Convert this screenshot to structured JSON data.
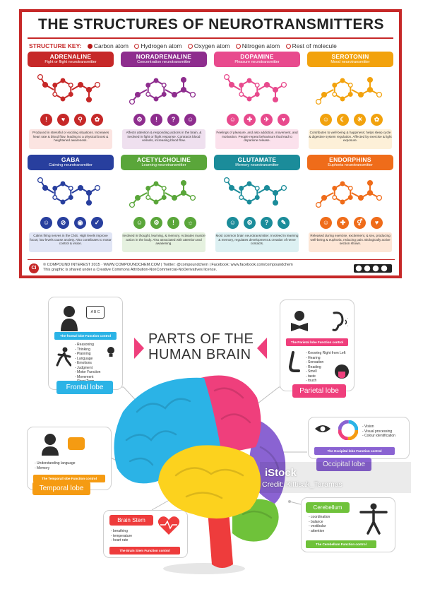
{
  "neuro": {
    "title": "THE STRUCTURES OF NEUROTRANSMITTERS",
    "key_label": "STRUCTURE KEY:",
    "key": [
      {
        "label": "Carbon atom",
        "color": "#b71c1c",
        "fill": true
      },
      {
        "label": "Hydrogen atom",
        "color": "#c62828",
        "fill": false
      },
      {
        "label": "Oxygen atom",
        "color": "#c62828",
        "fill": false
      },
      {
        "label": "Nitrogen atom",
        "color": "#c62828",
        "fill": false
      },
      {
        "label": "Rest of molecule",
        "color": "#c62828",
        "fill": false
      }
    ],
    "cards": [
      {
        "name": "ADRENALINE",
        "sub": "Fight or flight neurotransmitter",
        "color": "#c62828",
        "desc_bg": "#fbe4e1",
        "desc": "Produced in stressful or exciting situations. Increases heart rate & blood flow, leading to a physical boost & heightened awareness.",
        "icons": [
          "!",
          "♥",
          "⚲",
          "✿"
        ]
      },
      {
        "name": "NORADRENALINE",
        "sub": "Concentration neurotransmitter",
        "color": "#8e2d8e",
        "desc_bg": "#efe0ef",
        "desc": "Affects attention & responding actions in the brain, & involved in fight or flight response. Contracts blood vessels, increasing blood flow.",
        "icons": [
          "⚙",
          "!",
          "?",
          "☺"
        ]
      },
      {
        "name": "DOPAMINE",
        "sub": "Pleasure neurotransmitter",
        "color": "#e84a8d",
        "desc_bg": "#fbe1ec",
        "desc": "Feelings of pleasure, and also addiction, movement, and motivation. People repeat behaviours that lead to dopamine release.",
        "icons": [
          "☺",
          "✚",
          "✈",
          "♥"
        ]
      },
      {
        "name": "SEROTONIN",
        "sub": "Mood neurotransmitter",
        "color": "#f2a20d",
        "desc_bg": "#fdf0d8",
        "desc": "Contributes to well-being & happiness; helps sleep cycle & digestive system regulation. Affected by exercise & light exposure.",
        "icons": [
          "☺",
          "☾",
          "☀",
          "✿"
        ]
      },
      {
        "name": "GABA",
        "sub": "Calming neurotransmitter",
        "color": "#283f9e",
        "desc_bg": "#e0e5f5",
        "desc": "Calms firing nerves in the CNS. High levels improve focus; low levels cause anxiety. Also contributes to motor control & vision.",
        "icons": [
          "☺",
          "⊘",
          "◉",
          "✓"
        ]
      },
      {
        "name": "ACETYLCHOLINE",
        "sub": "Learning neurotransmitter",
        "color": "#5aa63a",
        "desc_bg": "#e5f1df",
        "desc": "Involved in thought, learning, & memory. Activates muscle action in the body. Also associated with attention and awakening.",
        "icons": [
          "☺",
          "⚙",
          "!",
          "☼"
        ]
      },
      {
        "name": "GLUTAMATE",
        "sub": "Memory neurotransmitter",
        "color": "#1b8c9a",
        "desc_bg": "#dcf0f2",
        "desc": "Most common brain neurotransmitter. Involved in learning & memory, regulates development & creation of nerve contacts.",
        "icons": [
          "☺",
          "⚙",
          "?",
          "✎"
        ]
      },
      {
        "name": "ENDORPHINS",
        "sub": "Euphoria neurotransmitter",
        "color": "#ef6c1a",
        "desc_bg": "#fde6d6",
        "desc": "Released during exercise, excitement, & sex, producing well-being & euphoria, reducing pain. Biologically active section shown.",
        "icons": [
          "☺",
          "✚",
          "⚥",
          "♥"
        ]
      }
    ],
    "logo": "Ci",
    "credit_line1": "© COMPOUND INTEREST 2015 · WWW.COMPOUNDCHEM.COM | Twitter: @compoundchem | Facebook: www.facebook.com/compoundchem",
    "credit_line2": "This graphic is shared under a Creative Commons Attribution-NonCommercial-NoDerivatives licence."
  },
  "brain": {
    "title_line1": "PARTS OF THE",
    "title_line2": "HUMAN BRAIN",
    "frontal": {
      "tag": "The frontal lobe Function control",
      "items": [
        "Reasoning",
        "Thinking",
        "Planning",
        "Language",
        "Emotions",
        "Judgment",
        "Motor Function",
        "Movement",
        "Short Term Memory"
      ],
      "label": "Frontal lobe",
      "abc": "A B C"
    },
    "parietal": {
      "tag": "The Parietal lobe Function control",
      "items": [
        "Knowing Right from Left",
        "Hearing",
        "Sensation",
        "Reading",
        "Smell",
        "taste",
        "touch"
      ],
      "label": "Parietal lobe"
    },
    "temporal": {
      "items": [
        "Understanding language",
        "Memory"
      ],
      "tag": "The Temporal lobe Function control",
      "label": "Temporal lobe"
    },
    "occipital": {
      "items": [
        "Vision",
        "Visual processing",
        "Colour identification"
      ],
      "tag": "The Occipital lobe Function control",
      "label": "Occipital lobe"
    },
    "brainstem": {
      "label": "Brain Stem",
      "items": [
        "breathing",
        "temperature",
        "heart rate"
      ],
      "tag": "The Brain Stem Function control"
    },
    "cerebellum": {
      "label": "Cerebellum",
      "items": [
        "coordination",
        "balance",
        "vestibular",
        "attention"
      ],
      "tag": "The Cerebellum Function control"
    },
    "colors": {
      "frontal": "#2bb3e6",
      "parietal": "#ef3f7c",
      "temporal": "#fcd21e",
      "occipital": "#8a63d2",
      "cerebellum": "#6fc23a",
      "brainstem": "#ee3c3c"
    },
    "watermark": "iStock",
    "watermark_credit": "Credit: Kittisak_Taramas"
  }
}
